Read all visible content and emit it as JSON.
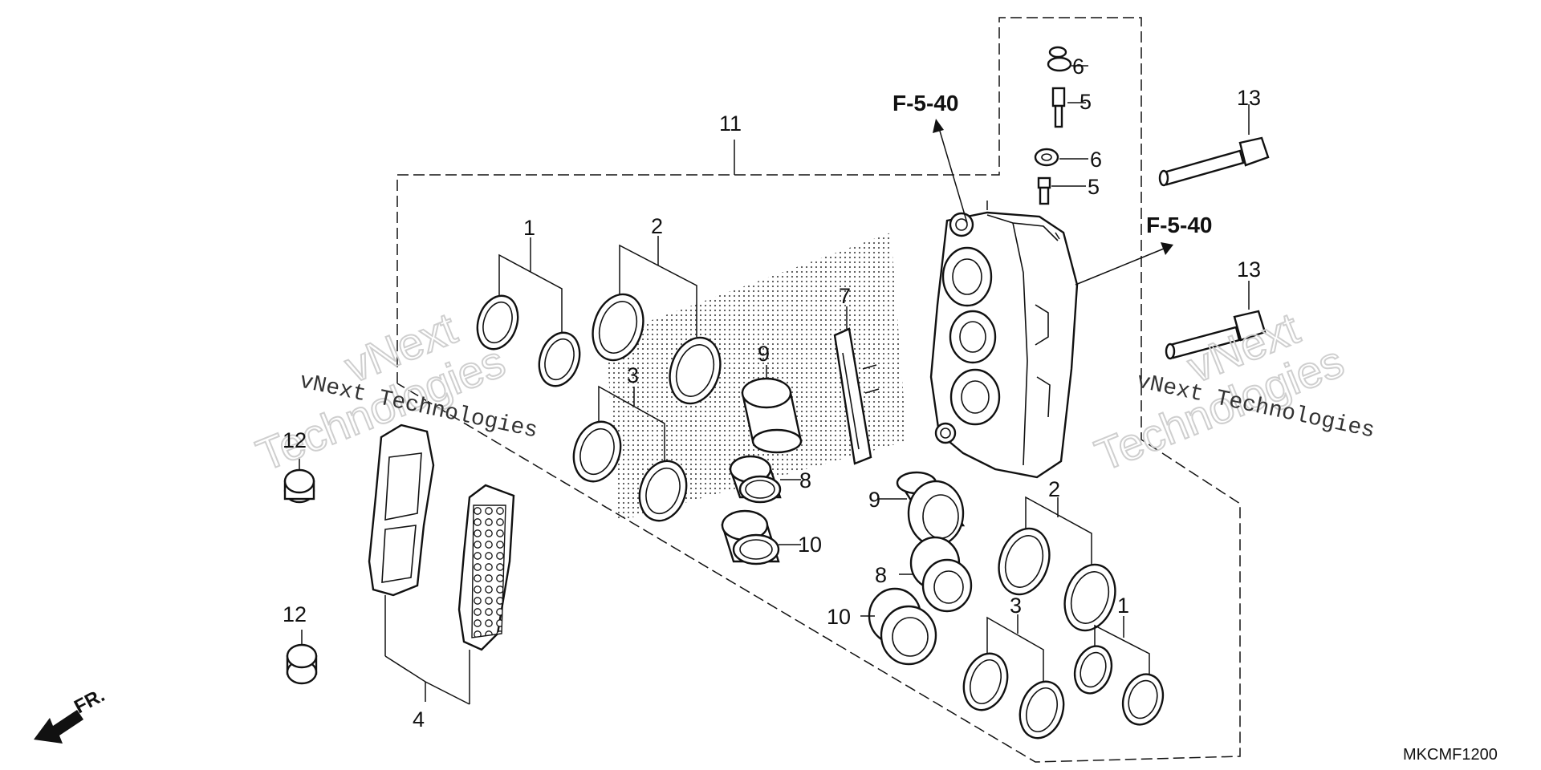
{
  "callouts": {
    "n1a": "1",
    "n1b": "1",
    "n2a": "2",
    "n2b": "2",
    "n3a": "3",
    "n3b": "3",
    "n4": "4",
    "n5a": "5",
    "n5b": "5",
    "n6a": "6",
    "n6b": "6",
    "n7": "7",
    "n8a": "8",
    "n8b": "8",
    "n9a": "9",
    "n9b": "9",
    "n10a": "10",
    "n10b": "10",
    "n11": "11",
    "n12a": "12",
    "n12b": "12",
    "n13a": "13",
    "n13b": "13"
  },
  "references": {
    "left": "F-5-40",
    "right": "F-5-40"
  },
  "front_indicator": "FR.",
  "diagram_code": "MKCMF1200",
  "watermarks": {
    "line1": "vNext Technologies",
    "outline_top": "vNext",
    "outline_bottom": "Technologies",
    "line2": "vNext Technologies",
    "outline_top2": "vNext",
    "outline_bottom2": "Technologies"
  }
}
